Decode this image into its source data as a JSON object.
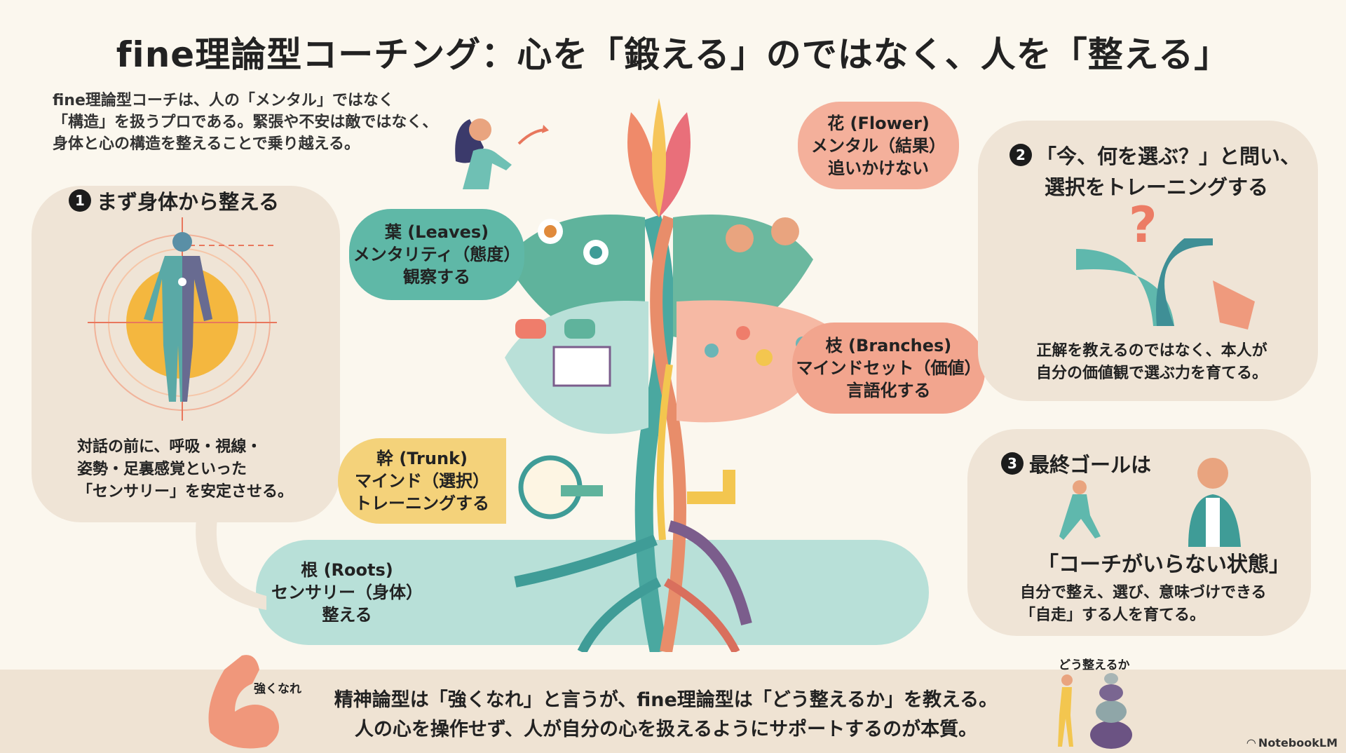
{
  "title": "fine理論型コーチング：心を「鍛える」のではなく、人を「整える」",
  "intro": [
    "fine理論型コーチは、人の「メンタル」ではなく",
    "「構造」を扱うプロである。緊張や不安は敵ではなく、",
    "身体と心の構造を整えることで乗り越える。"
  ],
  "section1": {
    "number": "1",
    "heading": "まず身体から整える",
    "body": [
      "対話の前に、呼吸・視線・",
      "姿勢・足裏感覚といった",
      "「センサリー」を安定させる。"
    ]
  },
  "section2": {
    "number": "2",
    "heading": [
      "「今、何を選ぶ？」と問い、",
      "選択をトレーニングする"
    ],
    "question_mark": "?",
    "body": [
      "正解を教えるのではなく、本人が",
      "自分の価値観で選ぶ力を育てる。"
    ]
  },
  "section3": {
    "number": "3",
    "heading": "最終ゴールは",
    "goal": "「コーチがいらない状態」",
    "body": [
      "自分で整え、選び、意味づけできる",
      "「自走」する人を育てる。"
    ]
  },
  "tree": {
    "flower": [
      "花 (Flower)",
      "メンタル（結果）",
      "追いかけない"
    ],
    "leaves": [
      "葉 (Leaves)",
      "メンタリティ（態度）",
      "観察する"
    ],
    "branches": [
      "枝 (Branches)",
      "マインドセット（価値）",
      "言語化する"
    ],
    "trunk": [
      "幹 (Trunk)",
      "マインド（選択）",
      "トレーニングする"
    ],
    "roots": [
      "根 (Roots)",
      "センサリー（身体）",
      "整える"
    ]
  },
  "footer": {
    "muscle_label": "強くなれ",
    "balance_label": "どう整えるか",
    "lines": [
      "精神論型は「強くなれ」と言うが、fine理論型は「どう整えるか」を教える。",
      "人の心を操作せず、人が自分の心を扱えるようにサポートするのが本質。"
    ],
    "brand": "NotebookLM"
  },
  "colors": {
    "teal": "#5bb5a8",
    "salmon": "#f2ad98",
    "yellow": "#f3d47a",
    "beige": "#efe4d6",
    "purple": "#7b5d8c"
  }
}
